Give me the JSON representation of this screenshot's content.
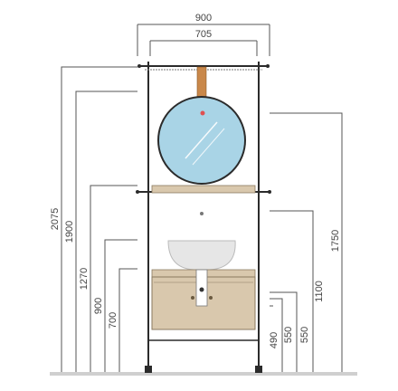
{
  "dimensions": {
    "top_outer": "900",
    "top_inner": "705",
    "left_heights": [
      "2075",
      "1900",
      "1270",
      "900",
      "700"
    ],
    "right_heights": [
      "1750",
      "1100",
      "550",
      "550",
      "490"
    ]
  },
  "colors": {
    "line": "#555555",
    "frame": "#2b2b2b",
    "mirror": "#a9d4e6",
    "strap": "#c9884a",
    "wood": "#d9c8ad",
    "wood_edge": "#8a7a60",
    "basin": "#e6e6e6",
    "floor": "#cfcfcf",
    "accent_dot": "#e05050"
  }
}
